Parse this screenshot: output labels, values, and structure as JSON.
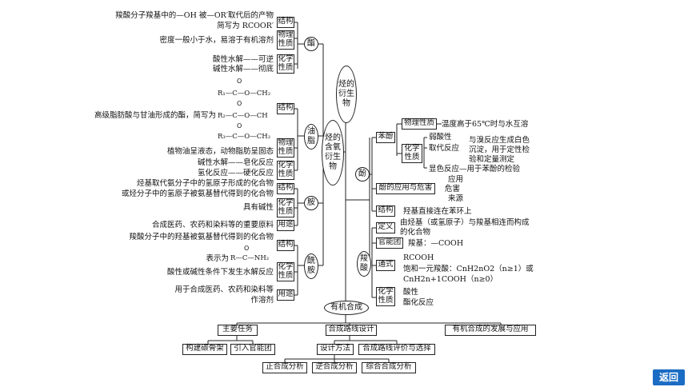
{
  "root": "有机合成",
  "center_oval": "烃的衍生物",
  "ester": {
    "label": "酯",
    "structure_label": "结构",
    "structure_text": [
      "羧酸分子羧基中的—OH 被—OR′取代后的产物",
      "简写为 RCOOR′"
    ],
    "physical_label": "物理性质",
    "physical_text": "密度一般小于水，易溶于有机溶剂",
    "chemical_label": "化学性质",
    "chemical_text": [
      "酸性水解——可逆",
      "碱性水解——彻底"
    ]
  },
  "oil": {
    "label": "油脂",
    "structure_label": "结构",
    "structure_text": "高级脂肪酸与甘油形成的酯，简写为",
    "formula": [
      "R₁—C—O—CH₂",
      "R₂—C—O—CH",
      "R₃—C—O—CH₂"
    ],
    "formula_o": "O",
    "physical_label": "物理性质",
    "physical_text": "植物油呈液态，动物脂肪呈固态",
    "chemical_label": "化学性质",
    "chemical_text": [
      "碱性水解——皂化反应",
      "氢化反应——硬化反应"
    ]
  },
  "amine": {
    "label": "胺",
    "structure_label": "结构",
    "structure_text": [
      "烃基取代氨分子中的氢原子形成的化合物",
      "或烃分子中的氢原子被氨基替代得到的化合物"
    ],
    "chemical_label": "化学性质",
    "chemical_text": "具有碱性",
    "use_label": "用途",
    "use_text": "合成医药、农药和染料等的重要原料"
  },
  "amide": {
    "label": "酰胺",
    "structure_label": "结构",
    "structure_text": [
      "羧酸分子中的羟基被氨基替代得到的化合物",
      "表示为"
    ],
    "formula": "R—C—NH₂",
    "formula_o": "O",
    "chemical_label": "化学性质",
    "chemical_text": "酸性或碱性条件下发生水解反应",
    "use_label": "用途",
    "use_text": [
      "用于合成医药、农药和染料等",
      "作溶剂"
    ]
  },
  "oxygen_derivatives": "烃的含氧衍生物",
  "phenol": {
    "label": "酚",
    "benzene_phenol": "苯酚",
    "physical_label": "物理性质",
    "physical_text": "温度高于65℃时与水互溶",
    "chemical_label": "化学性质",
    "chemical_items": [
      "弱酸性",
      "取代反应",
      "显色反应—用于苯酚的检验"
    ],
    "substitution_text": [
      "与溴反应生成白色",
      "沉淀，用于定性检",
      "验和定量测定"
    ],
    "app_label": "酚的应用与危害",
    "app_items": [
      "应用",
      "危害",
      "来源"
    ],
    "structure_label": "结构",
    "structure_text": "羟基直接连在苯环上"
  },
  "acid": {
    "label": "羧酸",
    "definition_label": "定义",
    "definition_text": [
      "由烃基（或氢原子）与羧基相连而构成",
      "的化合物"
    ],
    "functional_label": "官能团",
    "functional_text": "羧基：—COOH",
    "general_label": "通式",
    "general_text": [
      "RCOOH",
      "饱和一元羧酸：CnH2nO2（n≥1）或",
      "CnH2n+1COOH（n≥0）"
    ],
    "chemical_label": "化学性质",
    "chemical_text": [
      "酸性",
      "酯化反应"
    ]
  },
  "bottom": {
    "main_task": "主要任务",
    "route_design": "合成路线设计",
    "development": "有机合成的发展与应用",
    "build_skeleton": "构建碳骨架",
    "introduce_group": "引入官能团",
    "design_method": "设计方法",
    "route_evaluation": "合成路线评价与选择",
    "forward": "正合成分析",
    "reverse": "逆合成分析",
    "combined": "综合合成分析"
  },
  "back_button": "返回"
}
